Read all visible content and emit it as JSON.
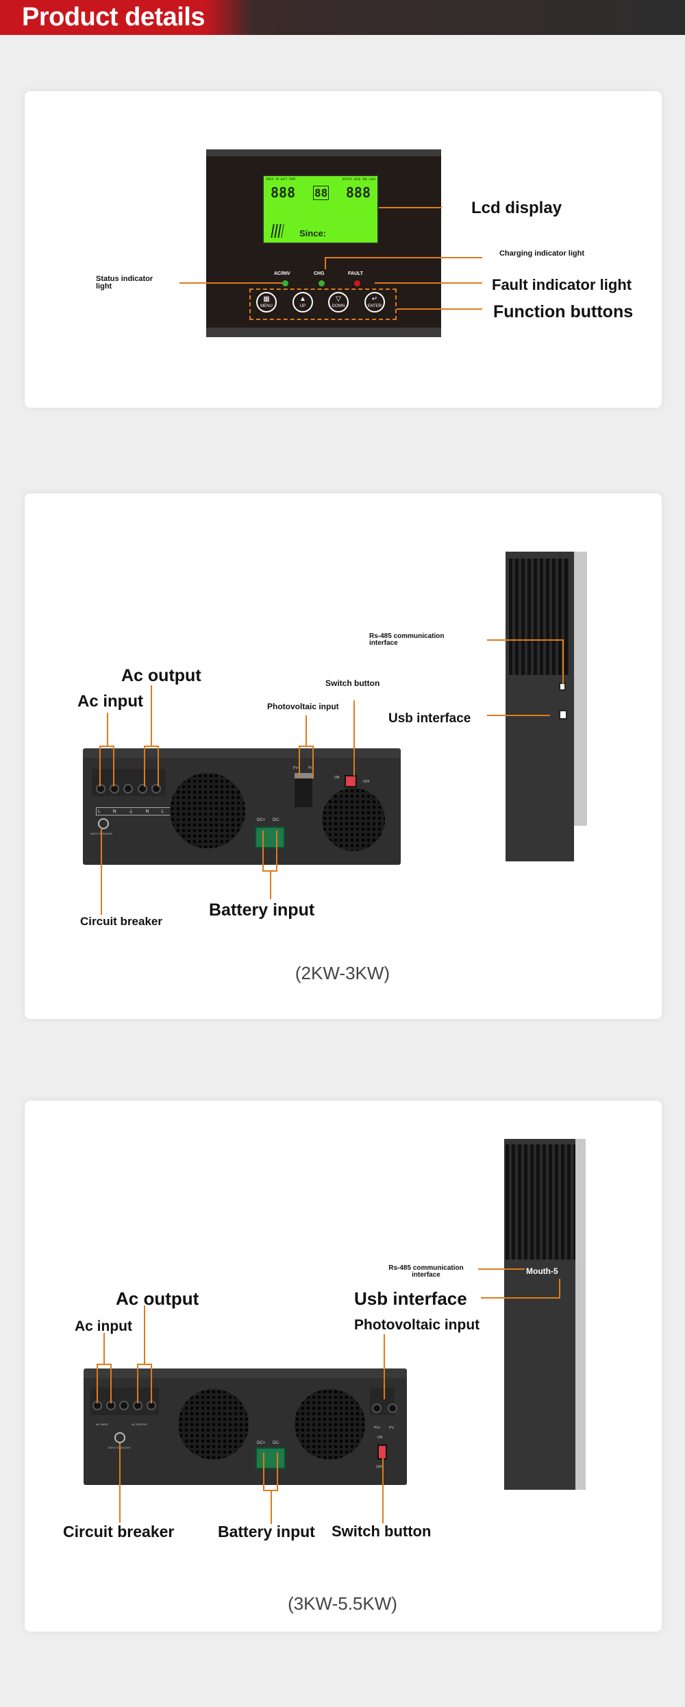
{
  "header": {
    "title": "Product details"
  },
  "section1": {
    "panel": {
      "lcd_top_left": "INPUT PV BATT TEMP",
      "lcd_top_right": "OUTPUT GRID INV LOAD",
      "lcd_digits_left": "888",
      "lcd_digits_mid": "88",
      "lcd_digits_right": "888",
      "lcd_since": "Since:",
      "leds": [
        {
          "label": "AC/INV",
          "color": "#3cb030"
        },
        {
          "label": "CHG",
          "color": "#3cb030"
        },
        {
          "label": "FAULT",
          "color": "#d01818"
        }
      ],
      "buttons": [
        {
          "label": "MENU",
          "icon": "grid-icon"
        },
        {
          "label": "UP",
          "icon": "triangle-up-icon"
        },
        {
          "label": "DOWN",
          "icon": "triangle-down-icon"
        },
        {
          "label": "ENTER",
          "icon": "enter-icon"
        }
      ]
    },
    "labels": {
      "lcd": "Lcd display",
      "charging": "Charging indicator light",
      "status": "Status indicator light",
      "fault": "Fault indicator light",
      "function": "Function buttons"
    }
  },
  "section2": {
    "labels": {
      "ac_output": "Ac output",
      "ac_input": "Ac input",
      "switch": "Switch button",
      "pv": "Photovoltaic input",
      "rs485": "Rs-485 communication interface",
      "usb": "Usb interface",
      "breaker": "Circuit breaker",
      "battery": "Battery input"
    },
    "unit": {
      "terminals": "L N ⏚ N L",
      "breaker_text": "INPUT BREAKER",
      "dc_pos": "DC+",
      "dc_neg": "DC-",
      "pv_pos": "PV+",
      "pv_neg": "PV-",
      "on": "ON",
      "off": "OFF"
    },
    "caption": "(2KW-3KW)"
  },
  "section3": {
    "labels": {
      "ac_output": "Ac output",
      "ac_input": "Ac input",
      "rs485": "Rs-485 communication interface",
      "mouth": "Mouth-5",
      "usb": "Usb interface",
      "pv": "Photovoltaic input",
      "breaker": "Circuit breaker",
      "battery": "Battery input",
      "switch": "Switch button"
    },
    "unit": {
      "ac_input_text": "AC INPUT",
      "ac_output_text": "AC OUTPUT",
      "breaker_text": "INPUT BREAKER",
      "dc_pos": "DC+",
      "dc_neg": "DC-",
      "pv_pos": "PV+",
      "pv_neg": "PV-",
      "on": "ON",
      "off": "OFF"
    },
    "caption": "(3KW-5.5KW)"
  },
  "colors": {
    "accent": "#e07b1a",
    "header_red": "#c8161d",
    "header_dark": "#2d2d2d",
    "lcd": "#6ef01f"
  }
}
